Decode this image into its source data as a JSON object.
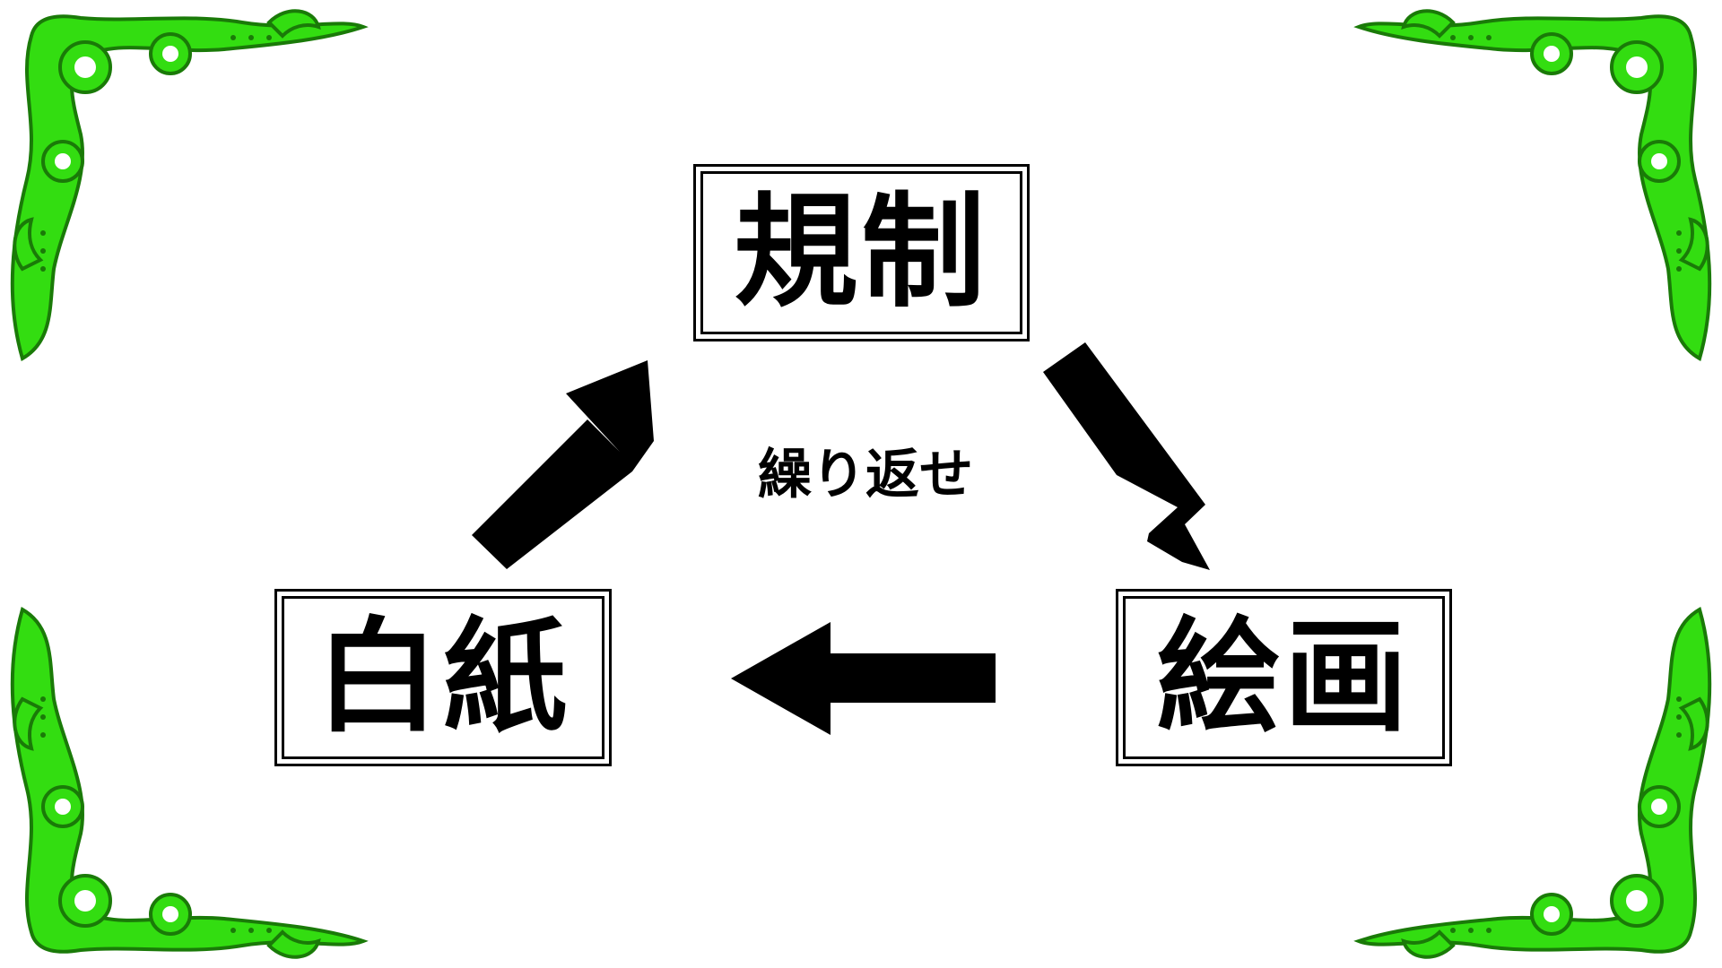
{
  "diagram": {
    "nodes": {
      "top": "規制",
      "right": "絵画",
      "left": "白紙"
    },
    "center_label": "繰り返せ"
  },
  "colors": {
    "ornament": "#33dd11",
    "ornament_outline": "#1a7a08",
    "line": "#000000",
    "background": "#ffffff"
  },
  "icons": {
    "corner_ornament": "green-scroll-flourish"
  }
}
